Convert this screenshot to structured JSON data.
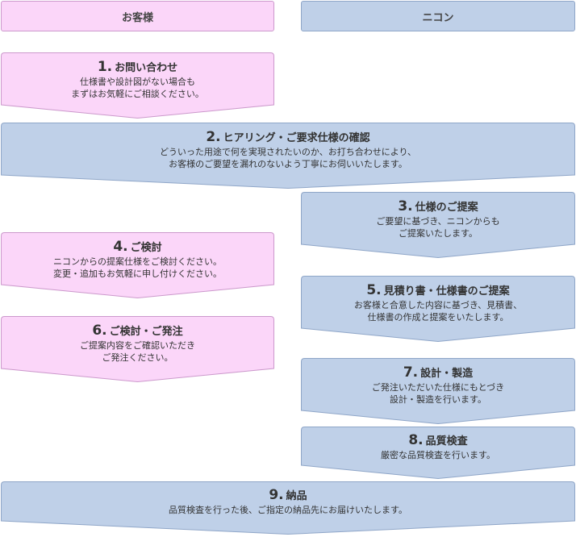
{
  "headers": {
    "customer": "お客様",
    "nikon": "ニコン"
  },
  "steps": [
    {
      "number": "1.",
      "title": "お問い合わせ",
      "lines": [
        "仕様書や設計図がない場合も",
        "まずはお気軽にご相談ください。"
      ]
    },
    {
      "number": "2.",
      "title": "ヒアリング・ご要求仕様の確認",
      "lines": [
        "どういった用途で何を実現されたいのか、お打ち合わせにより、",
        "お客様のご要望を漏れのないよう丁寧にお伺いいたします。"
      ]
    },
    {
      "number": "3.",
      "title": "仕様のご提案",
      "lines": [
        "ご要望に基づき、ニコンからも",
        "ご提案いたします。"
      ]
    },
    {
      "number": "4.",
      "title": "ご検討",
      "lines": [
        "ニコンからの提案仕様をご検討ください。",
        "変更・追加もお気軽に申し付けください。"
      ]
    },
    {
      "number": "5.",
      "title": "見積り書・仕様書のご提案",
      "lines": [
        "お客様と合意した内容に基づき、見積書、",
        "仕様書の作成と提案をいたします。"
      ]
    },
    {
      "number": "6.",
      "title": "ご検討・ご発注",
      "lines": [
        "ご提案内容をご確認いただき",
        "ご発注ください。"
      ]
    },
    {
      "number": "7.",
      "title": "設計・製造",
      "lines": [
        "ご発注いただいた仕様にもとづき",
        "設計・製造を行います。"
      ]
    },
    {
      "number": "8.",
      "title": "品質検査",
      "lines": [
        "厳密な品質検査を行います。"
      ]
    },
    {
      "number": "9.",
      "title": "納品",
      "lines": [
        "品質検査を行った後、ご指定の納品先にお届けいたします。"
      ]
    }
  ]
}
